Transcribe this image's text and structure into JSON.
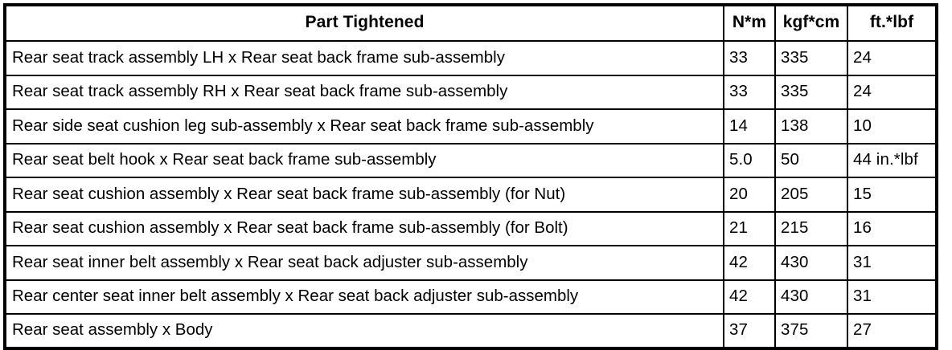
{
  "table": {
    "headers": {
      "part": "Part Tightened",
      "nm": "N*m",
      "kgfcm": "kgf*cm",
      "ftlbf": "ft.*lbf"
    },
    "rows": [
      {
        "part": "Rear seat track assembly LH x Rear seat back frame sub-assembly",
        "nm": "33",
        "kgfcm": "335",
        "ftlbf": "24"
      },
      {
        "part": "Rear seat track assembly RH x Rear seat back frame sub-assembly",
        "nm": "33",
        "kgfcm": "335",
        "ftlbf": "24"
      },
      {
        "part": "Rear side seat cushion leg sub-assembly x Rear seat back frame sub-assembly",
        "nm": "14",
        "kgfcm": "138",
        "ftlbf": "10"
      },
      {
        "part": "Rear seat belt hook x Rear seat back frame sub-assembly",
        "nm": "5.0",
        "kgfcm": "50",
        "ftlbf": "44 in.*lbf"
      },
      {
        "part": "Rear seat cushion assembly x Rear seat back frame sub-assembly (for Nut)",
        "nm": "20",
        "kgfcm": "205",
        "ftlbf": "15"
      },
      {
        "part": "Rear seat cushion assembly x Rear seat back frame sub-assembly (for Bolt)",
        "nm": "21",
        "kgfcm": "215",
        "ftlbf": "16"
      },
      {
        "part": "Rear seat inner belt assembly x Rear seat back adjuster sub-assembly",
        "nm": "42",
        "kgfcm": "430",
        "ftlbf": "31"
      },
      {
        "part": "Rear center seat inner belt assembly x Rear seat back adjuster sub-assembly",
        "nm": "42",
        "kgfcm": "430",
        "ftlbf": "31"
      },
      {
        "part": "Rear seat assembly x Body",
        "nm": "37",
        "kgfcm": "375",
        "ftlbf": "27"
      }
    ]
  }
}
